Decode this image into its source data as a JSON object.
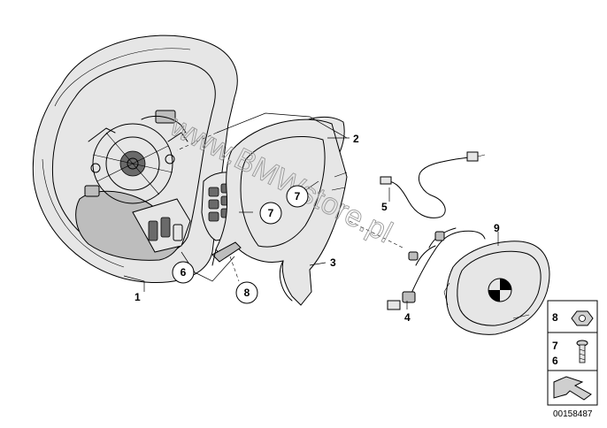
{
  "diagram": {
    "callouts": [
      {
        "id": "1",
        "text": "1"
      },
      {
        "id": "2",
        "text": "2"
      },
      {
        "id": "3",
        "text": "3"
      },
      {
        "id": "4",
        "text": "4"
      },
      {
        "id": "5",
        "text": "5"
      },
      {
        "id": "6",
        "text": "6"
      },
      {
        "id": "7a",
        "text": "7"
      },
      {
        "id": "7b",
        "text": "7"
      },
      {
        "id": "8",
        "text": "8"
      },
      {
        "id": "9",
        "text": "9"
      }
    ],
    "legend": {
      "items": [
        {
          "id": "8",
          "text": "8",
          "icon": "nut-icon"
        },
        {
          "id": "7",
          "text": "7",
          "icon": "screw-icon"
        },
        {
          "id": "6",
          "text": "6",
          "icon": "screw-icon"
        }
      ]
    },
    "watermark": "www.BMWstore.pl",
    "diagram_id": "00158487",
    "colors": {
      "line": "#000000",
      "shade": "#bdbdbd",
      "watermark": "#9a9a9a"
    }
  }
}
